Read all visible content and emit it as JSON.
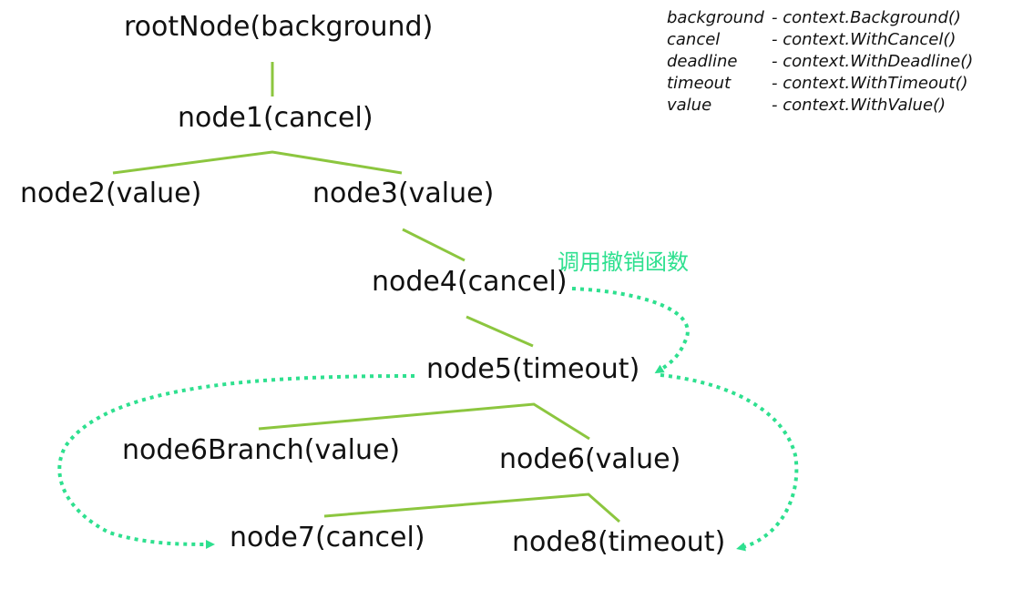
{
  "nodes": {
    "root": "rootNode(background)",
    "node1": "node1(cancel)",
    "node2": "node2(value)",
    "node3": "node3(value)",
    "node4": "node4(cancel)",
    "node5": "node5(timeout)",
    "node6branch": "node6Branch(value)",
    "node6": "node6(value)",
    "node7": "node7(cancel)",
    "node8": "node8(timeout)"
  },
  "legend": [
    {
      "key": "background",
      "value": "- context.Background()"
    },
    {
      "key": "cancel",
      "value": "- context.WithCancel()"
    },
    {
      "key": "deadline",
      "value": "- context.WithDeadline()"
    },
    {
      "key": "timeout",
      "value": "- context.WithTimeout()"
    },
    {
      "key": "value",
      "value": "- context.WithValue()"
    }
  ],
  "annotation": "调用撤销函数",
  "colors": {
    "tree_edge": "#8cc63f",
    "cancel_arrow": "#2ee08f",
    "text": "#111111"
  }
}
